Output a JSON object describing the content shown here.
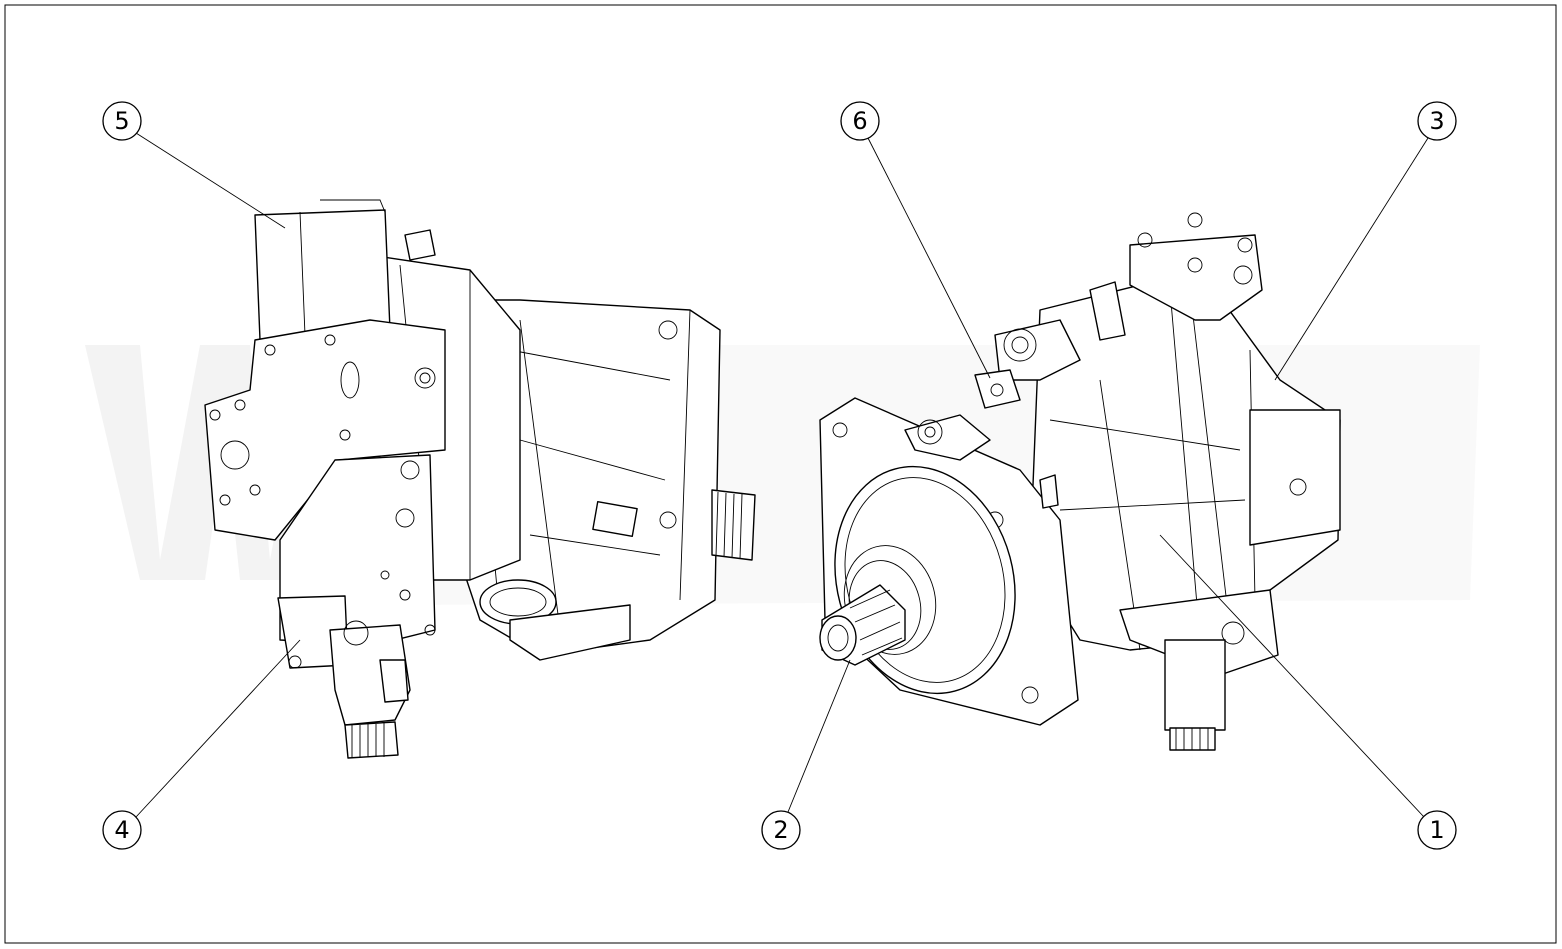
{
  "diagram": {
    "callouts": [
      {
        "id": "1",
        "label": "1"
      },
      {
        "id": "2",
        "label": "2"
      },
      {
        "id": "3",
        "label": "3"
      },
      {
        "id": "4",
        "label": "4"
      },
      {
        "id": "5",
        "label": "5"
      },
      {
        "id": "6",
        "label": "6"
      }
    ],
    "colors": {
      "line": "#000000",
      "background": "#ffffff",
      "watermark": "#f3f3f3"
    }
  }
}
